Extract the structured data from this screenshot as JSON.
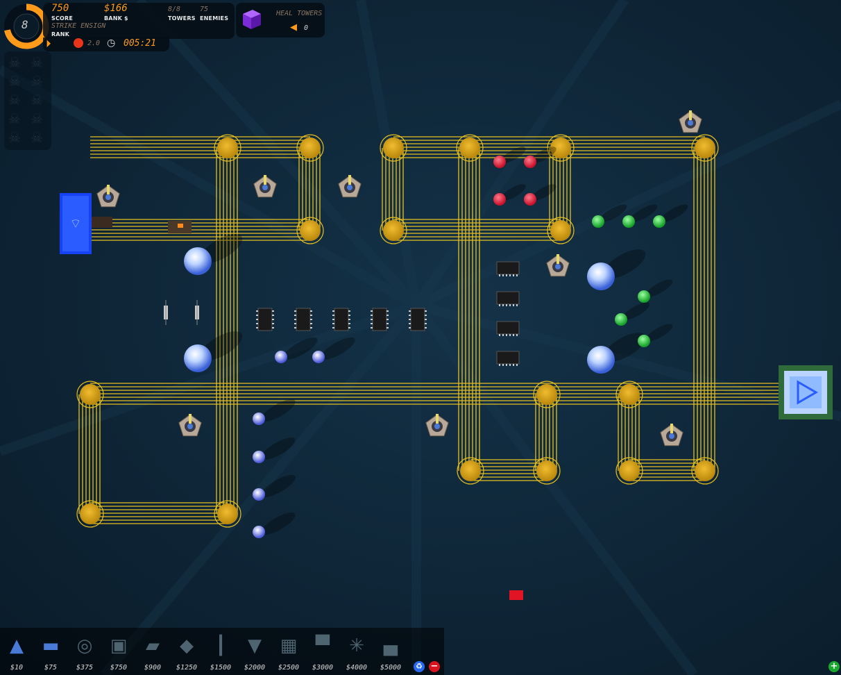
{
  "hud": {
    "level": "8",
    "score": "750",
    "score_label": "SCORE",
    "bank": "$166",
    "bank_label": "BANK $",
    "towers": "8/8",
    "towers_label": "TOWERS",
    "enemies": "75",
    "enemies_label": "ENEMIES",
    "rank": "STRIKE ENSIGN",
    "rank_label": "RANK",
    "speed": "2.0",
    "timer": "005:21"
  },
  "special": {
    "label": "HEAL TOWERS",
    "count": "0"
  },
  "shop": {
    "items": [
      {
        "price": "$10",
        "icon": "blaster-tower-icon"
      },
      {
        "price": "$75",
        "icon": "cannon-tower-icon"
      },
      {
        "price": "$375",
        "icon": "dish-tower-icon"
      },
      {
        "price": "$750",
        "icon": "radar-tower-icon"
      },
      {
        "price": "$900",
        "icon": "missile-tower-icon"
      },
      {
        "price": "$1250",
        "icon": "laser-tower-icon"
      },
      {
        "price": "$1500",
        "icon": "tesla-tower-icon"
      },
      {
        "price": "$2000",
        "icon": "plasma-tower-icon"
      },
      {
        "price": "$2500",
        "icon": "solar-tower-icon"
      },
      {
        "price": "$3000",
        "icon": "ion-tower-icon"
      },
      {
        "price": "$4000",
        "icon": "antenna-tower-icon"
      },
      {
        "price": "$5000",
        "icon": "nuke-tower-icon"
      }
    ]
  },
  "colors": {
    "track": "#e8c020",
    "node": "#d4a00c",
    "hud_orange": "#ff9a1a",
    "spawn_blue": "#1f4fff",
    "exit_blue": "#5a9cff"
  }
}
